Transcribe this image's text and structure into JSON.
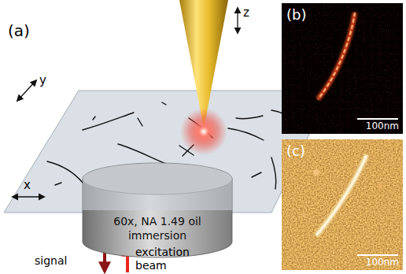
{
  "diagram": {
    "nodes": [
      {
        "text": [
          "60x, NA 1.49 oil immersion"
        ]
      },
      {
        "text": [
          "(b)",
          "100nm"
        ]
      },
      {
        "text": [
          "(c)",
          "100nm"
        ]
      }
    ],
    "labels": [
      "(a)",
      "z",
      "y",
      "x",
      "signal",
      "excitation beam"
    ]
  }
}
